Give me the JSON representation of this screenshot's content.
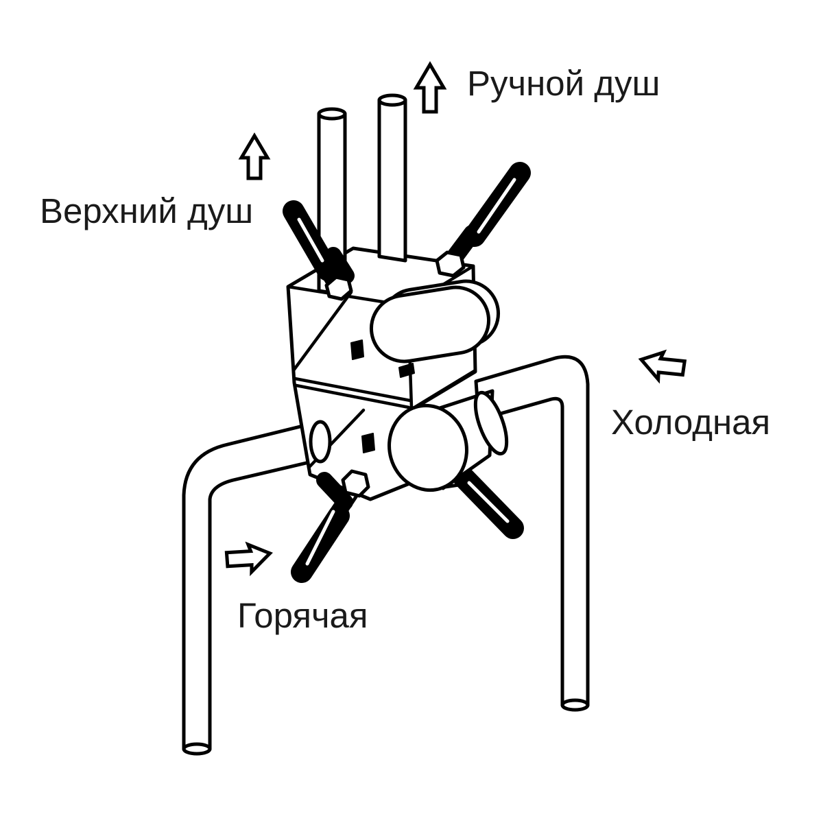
{
  "page": {
    "background": "#ffffff",
    "line_color": "#000000",
    "text_color": "#1a1a1a"
  },
  "labels": {
    "hand_shower": "Ручной душ",
    "overhead_shower": "Верхний душ",
    "cold_water": "Холодная",
    "hot_water": "Горячая"
  },
  "icons": {
    "hand_shower_arrow": "arrow-up",
    "overhead_shower_arrow": "arrow-up",
    "cold_water_arrow": "arrow-down-left",
    "hot_water_arrow": "arrow-right"
  }
}
